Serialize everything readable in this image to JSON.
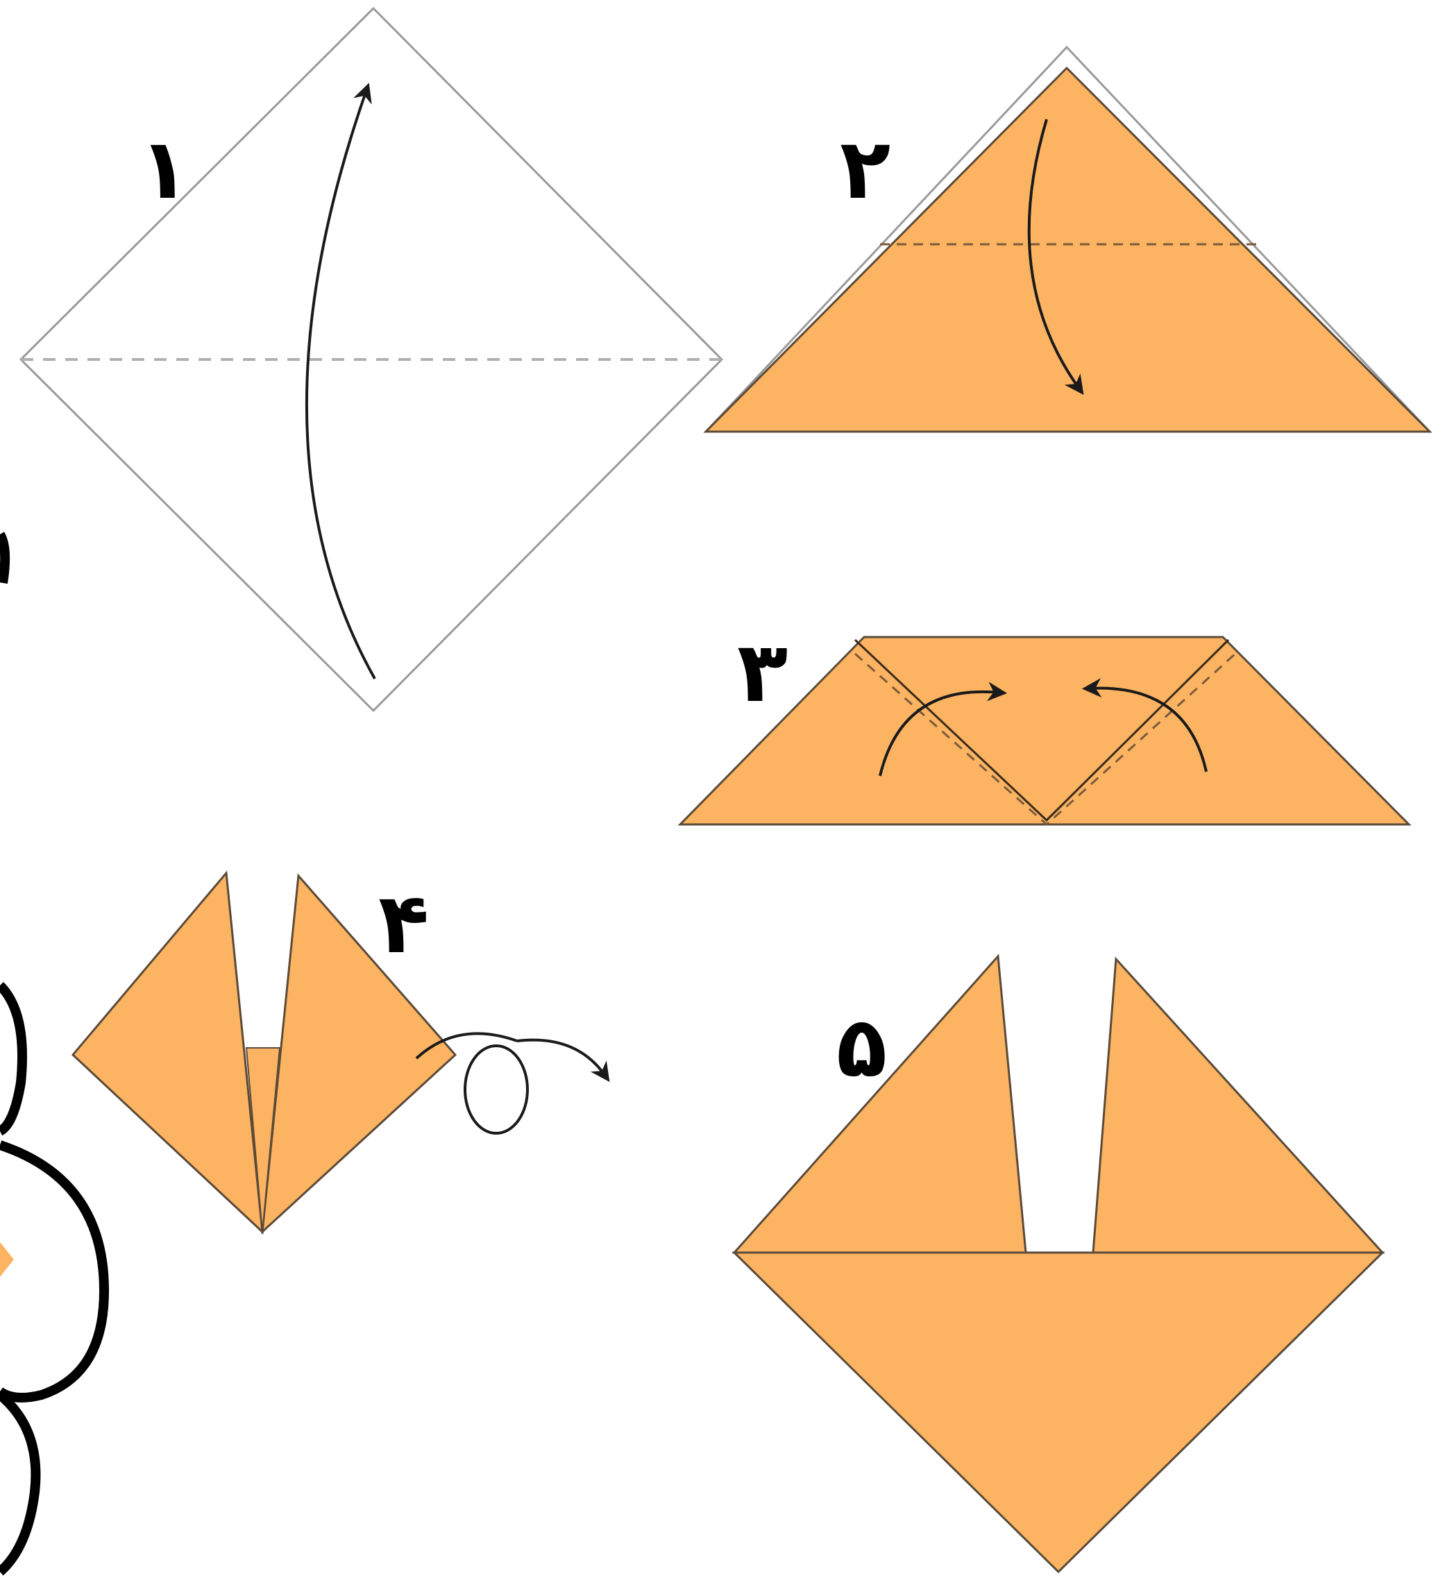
{
  "colors": {
    "paper_orange": "#FDB462",
    "fold_line": "#5a4a38",
    "crease_dashed_gray": "#b0b0b0",
    "crease_dashed_brown": "#7a5a3a",
    "arrow": "#1a1a1a",
    "outline_black": "#000000",
    "background": "#ffffff"
  },
  "steps": [
    {
      "id": "step-1",
      "number": "۱"
    },
    {
      "id": "step-2",
      "number": "۲"
    },
    {
      "id": "step-3",
      "number": "۳"
    },
    {
      "id": "step-4",
      "number": "۴"
    },
    {
      "id": "step-5",
      "number": "۵"
    }
  ],
  "icons": {
    "fold_arrow": "curved-fold-arrow-icon",
    "turn_over": "turn-over-loop-arrow-icon"
  }
}
